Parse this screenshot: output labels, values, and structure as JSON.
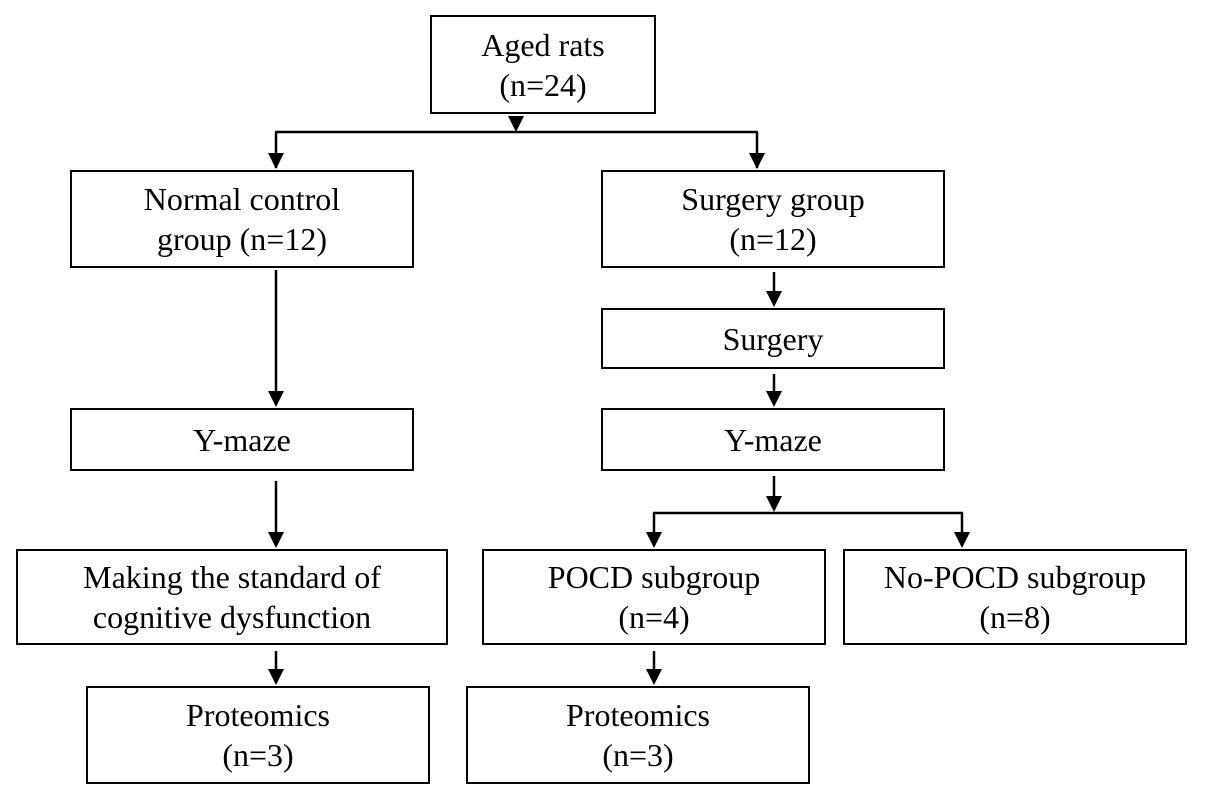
{
  "nodes": {
    "aged_rats": {
      "line1": "Aged rats",
      "line2": "(n=24)"
    },
    "normal_control": {
      "line1": "Normal control",
      "line2": "group (n=12)"
    },
    "surgery_group": {
      "line1": "Surgery group",
      "line2": "(n=12)"
    },
    "surgery": {
      "line1": "Surgery"
    },
    "ymaze_left": {
      "line1": "Y-maze"
    },
    "ymaze_right": {
      "line1": "Y-maze"
    },
    "standard": {
      "line1": "Making the standard of",
      "line2": "cognitive dysfunction"
    },
    "pocd": {
      "line1": "POCD subgroup",
      "line2": "(n=4)"
    },
    "no_pocd": {
      "line1": "No-POCD subgroup",
      "line2": "(n=8)"
    },
    "proteomics_left": {
      "line1": "Proteomics",
      "line2": "(n=3)"
    },
    "proteomics_right": {
      "line1": "Proteomics",
      "line2": "(n=3)"
    }
  },
  "edges": [
    {
      "from": "aged_rats",
      "to": "normal_control"
    },
    {
      "from": "aged_rats",
      "to": "surgery_group"
    },
    {
      "from": "normal_control",
      "to": "ymaze_left"
    },
    {
      "from": "ymaze_left",
      "to": "standard"
    },
    {
      "from": "standard",
      "to": "proteomics_left"
    },
    {
      "from": "surgery_group",
      "to": "surgery"
    },
    {
      "from": "surgery",
      "to": "ymaze_right"
    },
    {
      "from": "ymaze_right",
      "to": "pocd"
    },
    {
      "from": "ymaze_right",
      "to": "no_pocd"
    },
    {
      "from": "pocd",
      "to": "proteomics_right"
    }
  ],
  "colors": {
    "stroke": "#000000",
    "background": "#ffffff"
  }
}
